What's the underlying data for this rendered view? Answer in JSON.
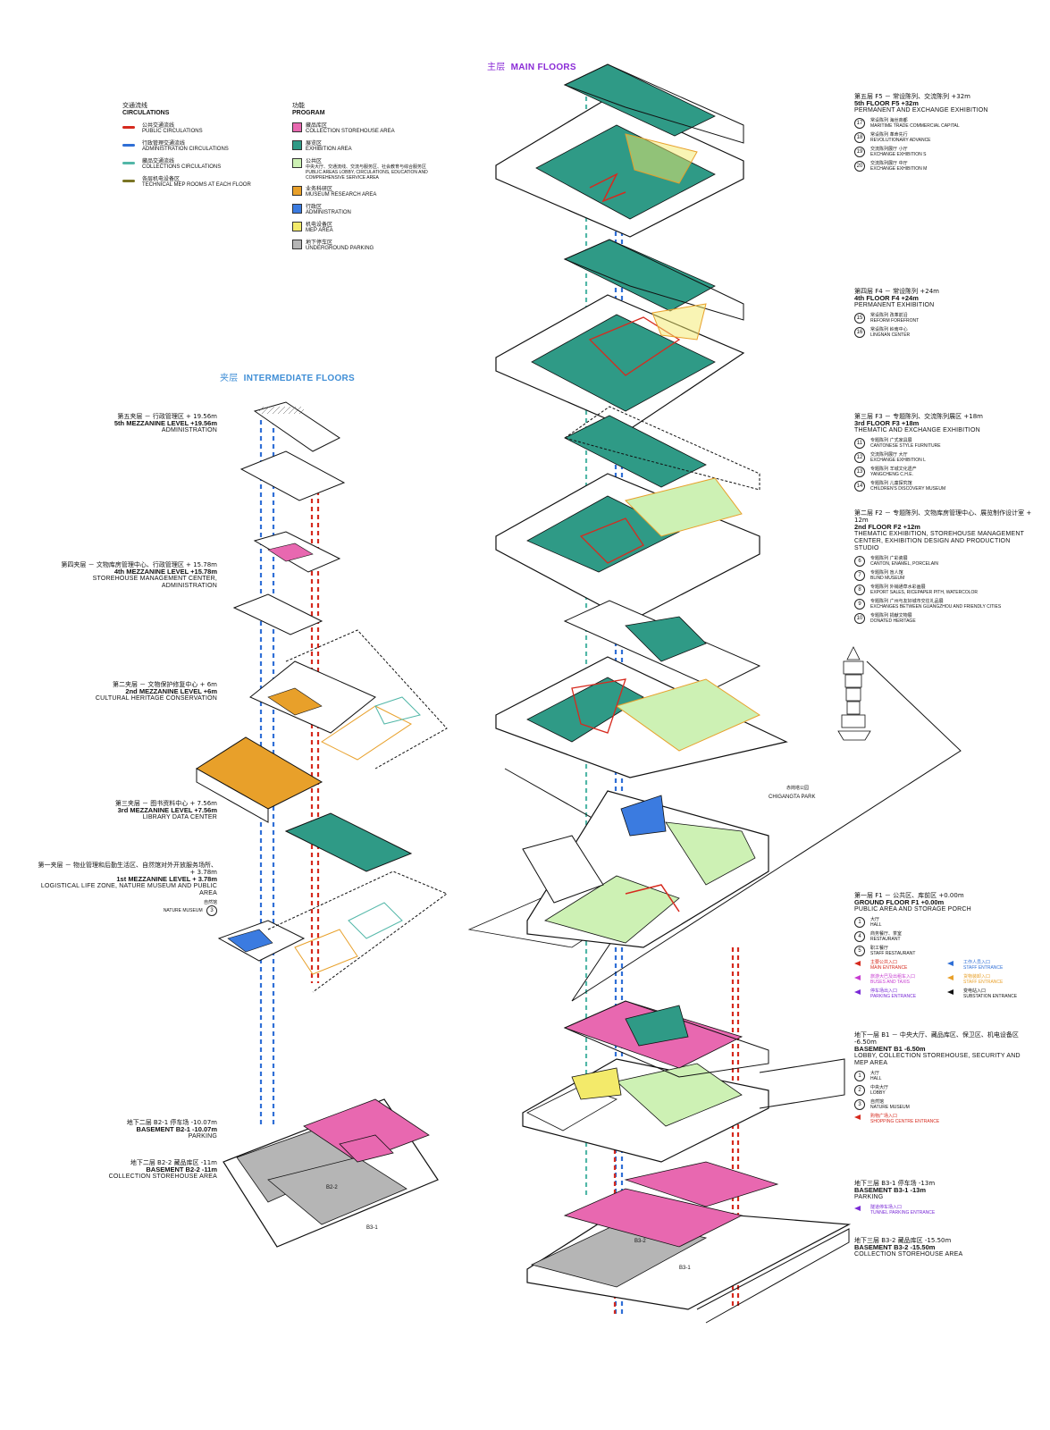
{
  "titles": {
    "main_zh": "主层",
    "main_en": "MAIN FLOORS",
    "inter_zh": "夹层",
    "inter_en": "INTERMEDIATE FLOORS"
  },
  "colors": {
    "public_circ": "#d62a1e",
    "admin_circ": "#2f6fd6",
    "coll_circ": "#52b7a8",
    "mep_line": "#7a7424",
    "collection_storehouse": "#e868b0",
    "exhibition": "#2f9a86",
    "public_areas": "#cdf1b4",
    "research": "#e8a02a",
    "administration": "#3b7be0",
    "mep": "#f3ea6a",
    "parking": "#b5b5b5",
    "main_title": "#8a2bd6",
    "inter_title": "#3f8ed6"
  },
  "legend_circ": {
    "title_zh": "交通流线",
    "title_en": "CIRCULATIONS",
    "items": [
      {
        "zh": "公共交通流线",
        "en": "PUBLIC CIRCULATIONS"
      },
      {
        "zh": "行政管理交通流线",
        "en": "ADMINISTRATION CIRCULATIONS"
      },
      {
        "zh": "藏品交通流线",
        "en": "COLLECTIONS CIRCULATIONS"
      },
      {
        "zh": "各层机电设备区",
        "en": "TECHNICAL MEP ROOMS AT EACH FLOOR"
      }
    ]
  },
  "legend_prog": {
    "title_zh": "功能",
    "title_en": "PROGRAM",
    "items": [
      {
        "zh": "藏品库区",
        "en": "COLLECTION STOREHOUSE AREA"
      },
      {
        "zh": "展览区",
        "en": "EXHIBITION AREA"
      },
      {
        "zh": "公共区",
        "en": "中央大厅、交通流线、交流与服务区、社会教育与综合服务区 PUBLIC AREAS LOBBY, CIRCULATIONS, EDUCATION AND COMPREHENSIVE SERVICE AREA"
      },
      {
        "zh": "业务科研区",
        "en": "MUSEUM RESEARCH AREA"
      },
      {
        "zh": "行政区",
        "en": "ADMINISTRATION"
      },
      {
        "zh": "机电设备区",
        "en": "MEP AREA"
      },
      {
        "zh": "地下停车区",
        "en": "UNDERGROUND PARKING"
      }
    ]
  },
  "left_labels": {
    "m5": {
      "zh": "第五夹层 － 行政管理区 + 19.56m",
      "en": "5th MEZZANINE LEVEL +19.56m",
      "desc": "ADMINISTRATION"
    },
    "m4": {
      "zh": "第四夹层 － 文物库房管理中心、行政管理区 + 15.78m",
      "en": "4th MEZZANINE LEVEL +15.78m",
      "desc": "STOREHOUSE MANAGEMENT CENTER, ADMINISTRATION"
    },
    "m2": {
      "zh": "第二夹层 － 文物保护修复中心 + 6m",
      "en": "2nd MEZZANINE LEVEL +6m",
      "desc": "CULTURAL HERITAGE CONSERVATION"
    },
    "m3": {
      "zh": "第三夹层 － 图书资料中心 + 7.56m",
      "en": "3rd MEZZANINE LEVEL +7.56m",
      "desc": "LIBRARY DATA CENTER"
    },
    "m1": {
      "zh": "第一夹层 － 物业管理和后勤生活区、自然馆对外开放服务场所、+ 3.78m",
      "en": "1st MEZZANINE LEVEL + 3.78m",
      "desc": "LOGISTICAL LIFE ZONE, NATURE MUSEUM AND PUBLIC AREA",
      "sub_zh": "自然馆",
      "sub_en": "NATURE MUSEUM",
      "sub_num": "3"
    },
    "b21": {
      "zh": "地下二层 B2-1 停车场 -10.07m",
      "en": "BASEMENT B2-1 -10.07m",
      "desc": "PARKING"
    },
    "b22": {
      "zh": "地下二层 B2-2 藏品库区 -11m",
      "en": "BASEMENT B2-2 -11m",
      "desc": "COLLECTION STOREHOUSE AREA"
    }
  },
  "right_labels": {
    "f5": {
      "zh": "第五层 F5 － 常设陈列、交流陈列 +32m",
      "en": "5th FLOOR F5 +32m",
      "desc": "PERMANENT AND EXCHANGE EXHIBITION",
      "items": [
        {
          "n": "17",
          "zh": "常设陈列 海丝商都",
          "en": "MARITIME TRADE COMMERCIAL CAPITAL"
        },
        {
          "n": "18",
          "zh": "常设陈列 革命先行",
          "en": "REVOLUTIONARY ADVANCE"
        },
        {
          "n": "19",
          "zh": "交流陈列展厅 小厅",
          "en": "EXCHANGE EXHIBITION S"
        },
        {
          "n": "20",
          "zh": "交流陈列展厅 中厅",
          "en": "EXCHANGE EXHIBITION M"
        }
      ]
    },
    "f4": {
      "zh": "第四层 F4 － 常设陈列 +24m",
      "en": "4th FLOOR F4 +24m",
      "desc": "PERMANENT EXHIBITION",
      "items": [
        {
          "n": "15",
          "zh": "常设陈列 改革前沿",
          "en": "REFORM FOREFRONT"
        },
        {
          "n": "16",
          "zh": "常设陈列 岭南中心",
          "en": "LINGNAN CENTER"
        }
      ]
    },
    "f3": {
      "zh": "第三层 F3 － 专题陈列、交流陈列展区 +18m",
      "en": "3rd FLOOR F3 +18m",
      "desc": "THEMATIC AND EXCHANGE EXHIBITION",
      "items": [
        {
          "n": "11",
          "zh": "专题陈列 广式家具展",
          "en": "CANTONESE STYLE FURNITURE"
        },
        {
          "n": "12",
          "zh": "交流陈列展厅 大厅",
          "en": "EXCHANGE EXHIBITION L"
        },
        {
          "n": "13",
          "zh": "专题陈列 羊城文化遗产",
          "en": "YANGCHENG C.H.E."
        },
        {
          "n": "14",
          "zh": "专题陈列 儿童探究馆",
          "en": "CHILDREN'S DISCOVERY MUSEUM"
        }
      ]
    },
    "f2": {
      "zh": "第二层 F2 － 专题陈列、文物库房管理中心、展览制作设计室 + 12m",
      "en": "2nd FLOOR F2 +12m",
      "desc": "THEMATIC EXHIBITION, STOREHOUSE MANAGEMENT CENTER, EXHIBITION DESIGN AND PRODUCTION STUDIO",
      "items": [
        {
          "n": "6",
          "zh": "专题陈列 广彩瓷展",
          "en": "CANTON, ENAMEL, PORCELAIN"
        },
        {
          "n": "7",
          "zh": "专题陈列 盲人馆",
          "en": "BLIND MUSEUM"
        },
        {
          "n": "8",
          "zh": "专题陈列 外销通草水彩画展",
          "en": "EXPORT SALES, RICEPAPER PITH, WATERCOLOR"
        },
        {
          "n": "9",
          "zh": "专题陈列 广州与友好城市交往礼品展",
          "en": "EXCHANGES BETWEEN GUANGZHOU AND FRIENDLY CITIES"
        },
        {
          "n": "10",
          "zh": "专题陈列 捐献文物展",
          "en": "DONATED HERITAGE"
        }
      ]
    },
    "f1": {
      "zh": "第一层 F1 － 公共区、库前区 +0.00m",
      "en": "GROUND FLOOR F1 +0.00m",
      "desc": "PUBLIC AREA AND STORAGE PORCH",
      "items": [
        {
          "n": "1",
          "zh": "大厅",
          "en": "HALL"
        },
        {
          "n": "4",
          "zh": "商务餐厅、茶室",
          "en": "RESTAURANT"
        },
        {
          "n": "5",
          "zh": "职工餐厅",
          "en": "STAFF RESTAURANT"
        }
      ],
      "entrances": [
        {
          "zh": "主要公共入口",
          "en": "MAIN ENTRANCE",
          "color": "#d62a1e"
        },
        {
          "zh": "工作人员入口",
          "en": "STAFF ENTRANCE",
          "color": "#2f6fd6"
        },
        {
          "zh": "旅游大巴及出租车入口",
          "en": "BUSES AND TAXIS",
          "color": "#c63ad0"
        },
        {
          "zh": "货物装卸入口",
          "en": "STAFF ENTRANCE",
          "color": "#e8a02a"
        },
        {
          "zh": "停车场出入口",
          "en": "PARKING ENTRANCE",
          "color": "#7a2bd6"
        },
        {
          "zh": "变电站入口",
          "en": "SUBSTATION ENTRANCE",
          "color": "#111111"
        }
      ]
    },
    "b1": {
      "zh": "地下一层 B1 － 中央大厅、藏品库区、保卫区、机电设备区 -6.50m",
      "en": "BASEMENT B1 -6.50m",
      "desc": "LOBBY, COLLECTION STOREHOUSE, SECURITY AND MEP AREA",
      "items": [
        {
          "n": "1",
          "zh": "大厅",
          "en": "HALL"
        },
        {
          "n": "2",
          "zh": "中央大厅",
          "en": "LOBBY"
        },
        {
          "n": "3",
          "zh": "自然馆",
          "en": "NATURE MUSEUM"
        }
      ],
      "entrance": {
        "zh": "购物广场入口",
        "en": "SHOPPING CENTRE ENTRANCE",
        "color": "#d62a1e"
      }
    },
    "b31": {
      "zh": "地下三层 B3-1 停车场 -13m",
      "en": "BASEMENT B3-1 -13m",
      "desc": "PARKING",
      "entrance": {
        "zh": "隧道停车场入口",
        "en": "TUNNEL PARKING ENTRANCE",
        "color": "#7a2bd6"
      }
    },
    "b32": {
      "zh": "地下三层 B3-2 藏品库区 -15.50m",
      "en": "BASEMENT B3-2 -15.50m",
      "desc": "COLLECTION STOREHOUSE AREA"
    }
  },
  "map_labels": {
    "park_zh": "赤岗塔公园",
    "park_en": "CHIGANGTA PARK",
    "b22_tag": "B2-2",
    "b31_tag": "B3-1",
    "b32_tag": "B3-2",
    "b31_tag_left": "B3-1"
  }
}
